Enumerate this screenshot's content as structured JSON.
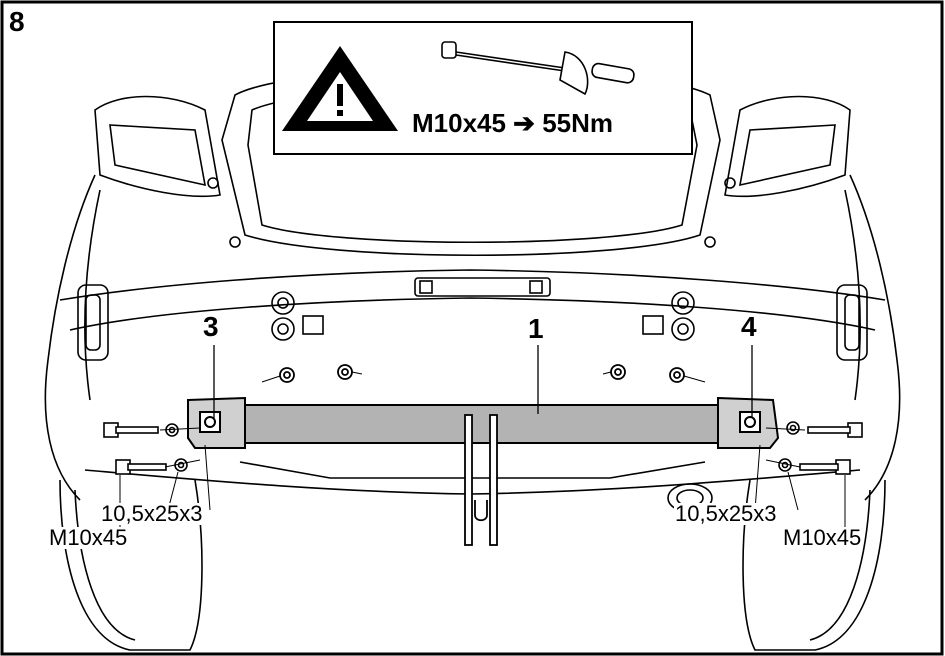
{
  "step": {
    "number": "8"
  },
  "torque_box": {
    "warning_icon": "warning-triangle-icon",
    "wrench_icon": "torque-wrench-icon",
    "spec": "M10x45 ➔ 55Nm"
  },
  "parts": {
    "crossbar": "1",
    "left_bracket": "3",
    "right_bracket": "4"
  },
  "fasteners": {
    "left_washer": "10,5x25x3",
    "left_bolt": "M10x45",
    "right_washer": "10,5x25x3",
    "right_bolt": "M10x45"
  },
  "colors": {
    "line": "#000000",
    "crossbar_fill": "#b3b3b3",
    "background": "#ffffff"
  }
}
